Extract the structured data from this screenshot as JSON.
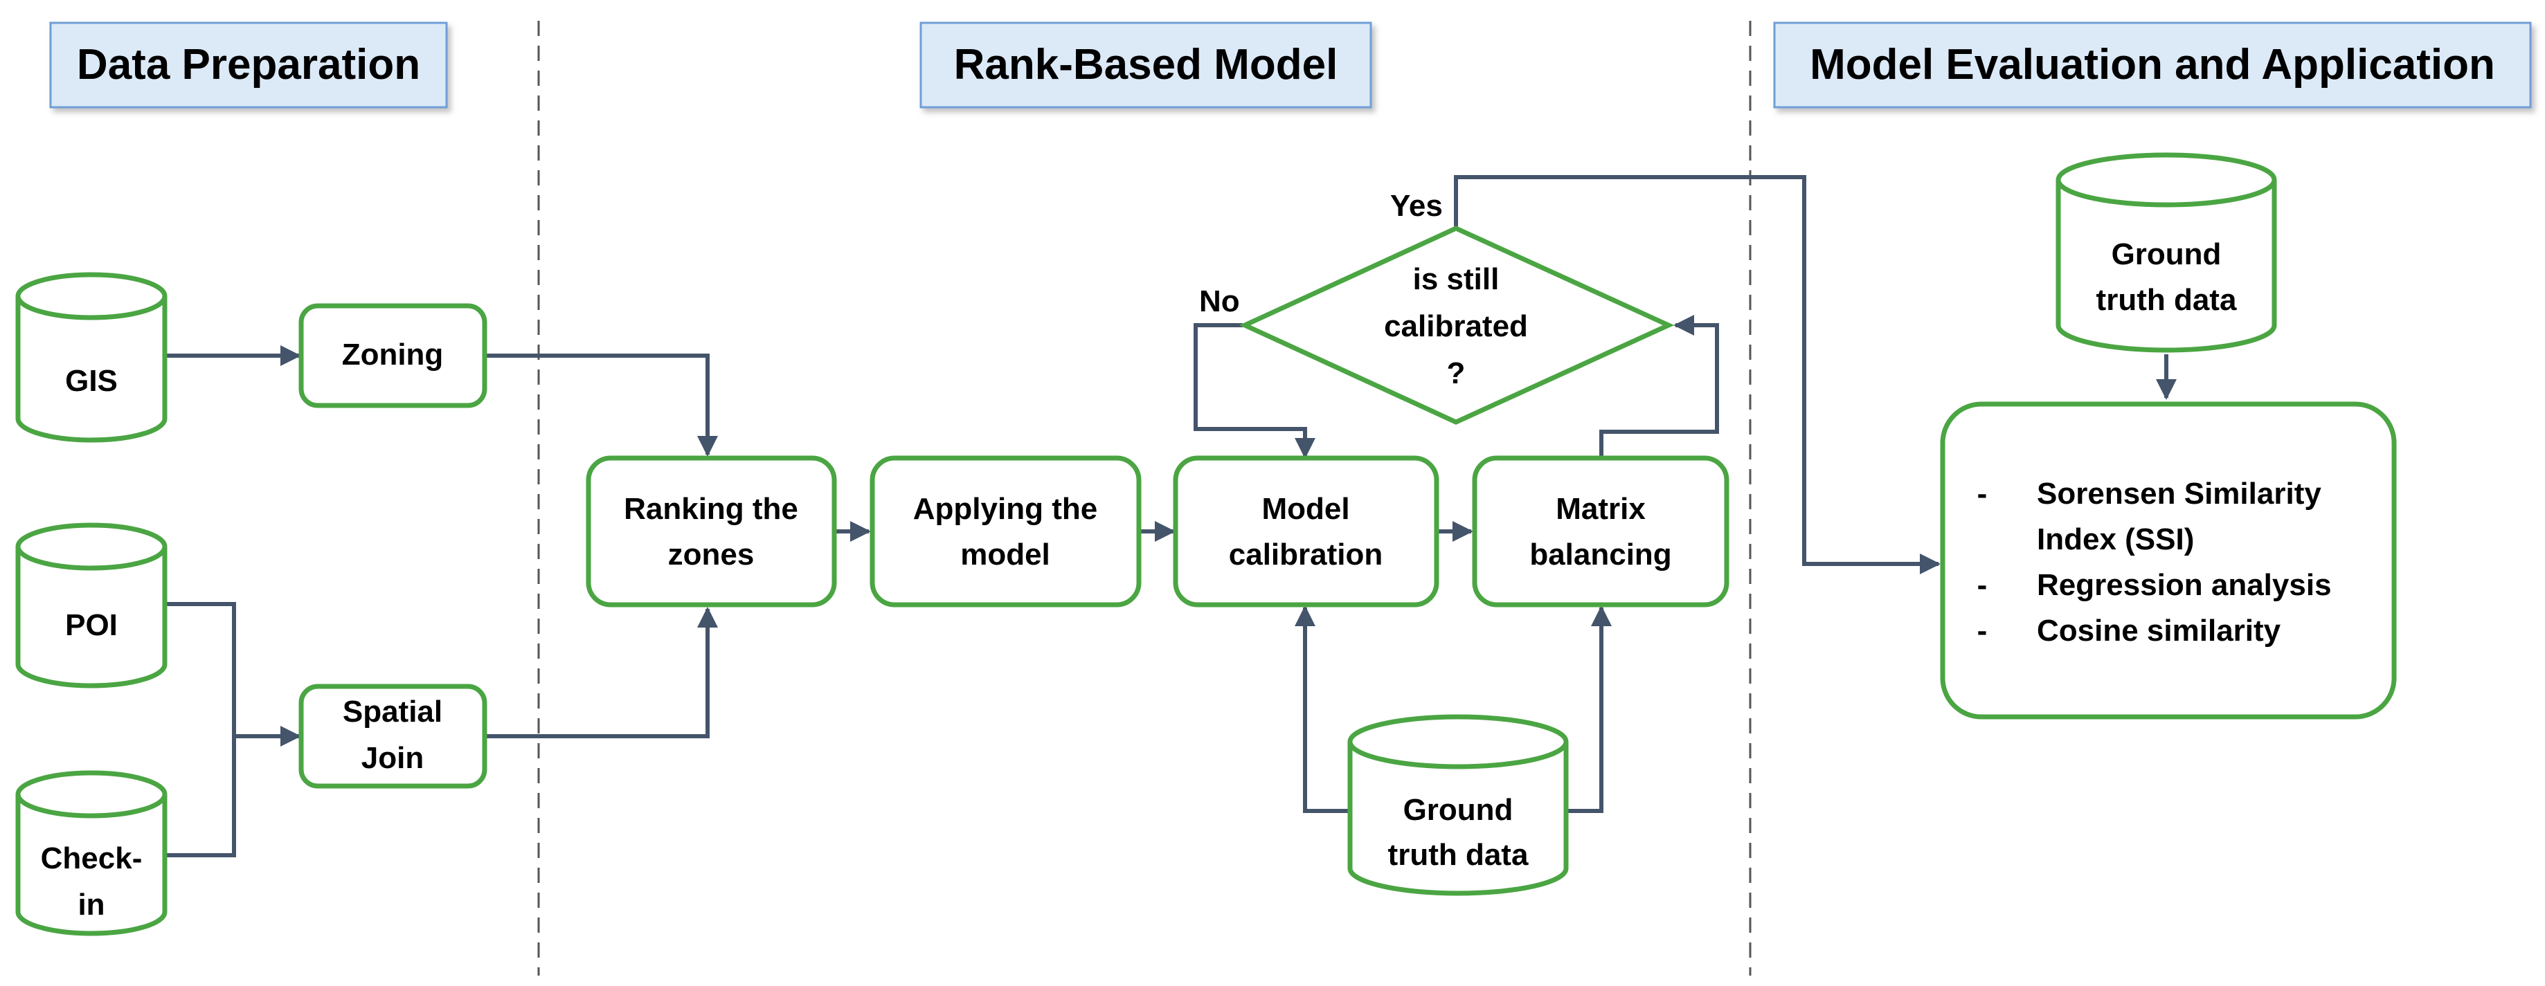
{
  "sections": {
    "data_preparation": "Data Preparation",
    "rank_based_model": "Rank-Based Model",
    "model_evaluation": "Model Evaluation and Application"
  },
  "nodes": {
    "gis": "GIS",
    "zoning": "Zoning",
    "poi": "POI",
    "checkin_line1": "Check-",
    "checkin_line2": "in",
    "spatial_join_line1": "Spatial",
    "spatial_join_line2": "Join",
    "ranking_line1": "Ranking the",
    "ranking_line2": "zones",
    "applying_line1": "Applying the",
    "applying_line2": "model",
    "calibration_line1": "Model",
    "calibration_line2": "calibration",
    "balancing_line1": "Matrix",
    "balancing_line2": "balancing",
    "decision_line1": "is still",
    "decision_line2": "calibrated",
    "decision_line3": "?",
    "ground_truth_line1": "Ground",
    "ground_truth_line2": "truth data"
  },
  "labels": {
    "yes": "Yes",
    "no": "No"
  },
  "evaluation": {
    "bullet": "-",
    "items": [
      "Sorensen Similarity",
      "Index (SSI)",
      "Regression analysis",
      "Cosine similarity"
    ]
  },
  "colors": {
    "node_border": "#4aa542",
    "connector": "#44546a",
    "header_fill": "#dce9f7",
    "header_border": "#6f9ed6"
  }
}
